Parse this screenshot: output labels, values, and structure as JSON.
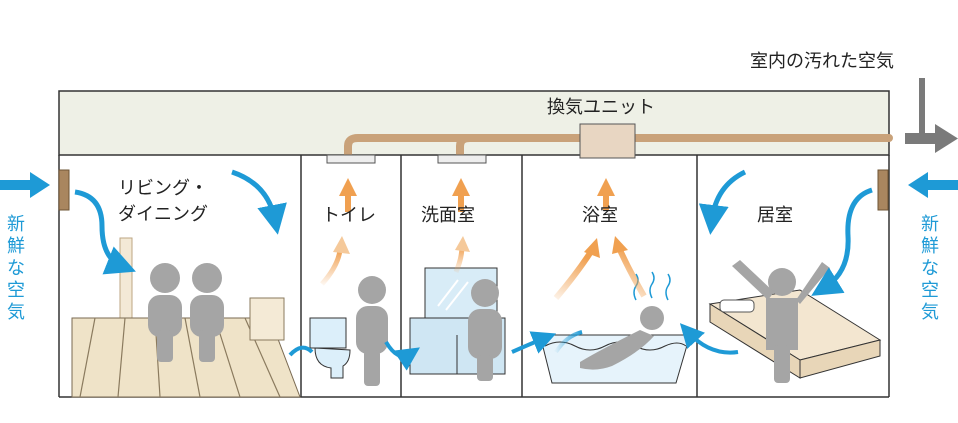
{
  "labels": {
    "outlet_air": "室内の汚れた空気",
    "vent_unit": "換気ユニット",
    "fresh_air_left": "新鮮な空気",
    "fresh_air_right": "新鮮な空気"
  },
  "rooms": [
    {
      "id": "living",
      "line1": "リビング・",
      "line2": "ダイニング"
    },
    {
      "id": "toilet",
      "line1": "トイレ"
    },
    {
      "id": "washroom",
      "line1": "洗面室"
    },
    {
      "id": "bathroom",
      "line1": "浴室"
    },
    {
      "id": "bedroom",
      "line1": "居室"
    }
  ],
  "colors": {
    "fresh_arrow": "#1e9ad6",
    "exhaust_arrow": "#f0a050",
    "duct": "#c9a27a",
    "ceiling": "#eef0e6",
    "person": "#a5a5a5",
    "outlet_arrow": "#7a7a7a",
    "wall_vent": "#a9865f"
  }
}
